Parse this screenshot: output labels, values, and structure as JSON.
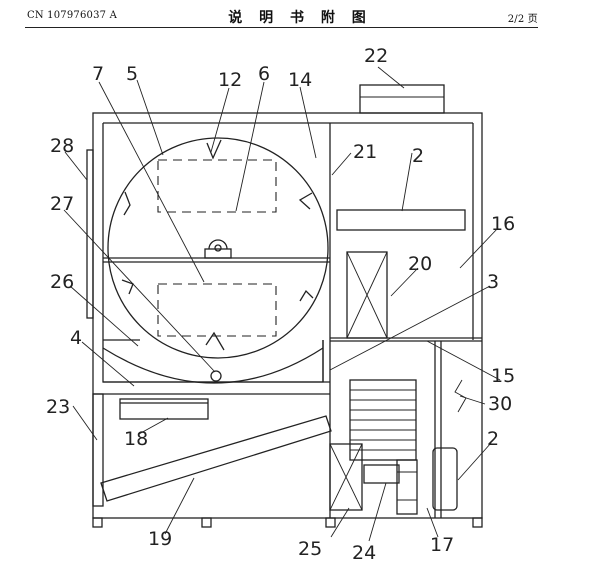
{
  "header": {
    "patent_number": "CN 107976037 A",
    "title": "说 明 书 附 图",
    "page": "2/2 页"
  },
  "labels": [
    "22",
    "5",
    "7",
    "12",
    "6",
    "14",
    "28",
    "21",
    "2",
    "27",
    "16",
    "20",
    "26",
    "3",
    "4",
    "15",
    "23",
    "30",
    "18",
    "2",
    "25",
    "24",
    "19",
    "17"
  ]
}
